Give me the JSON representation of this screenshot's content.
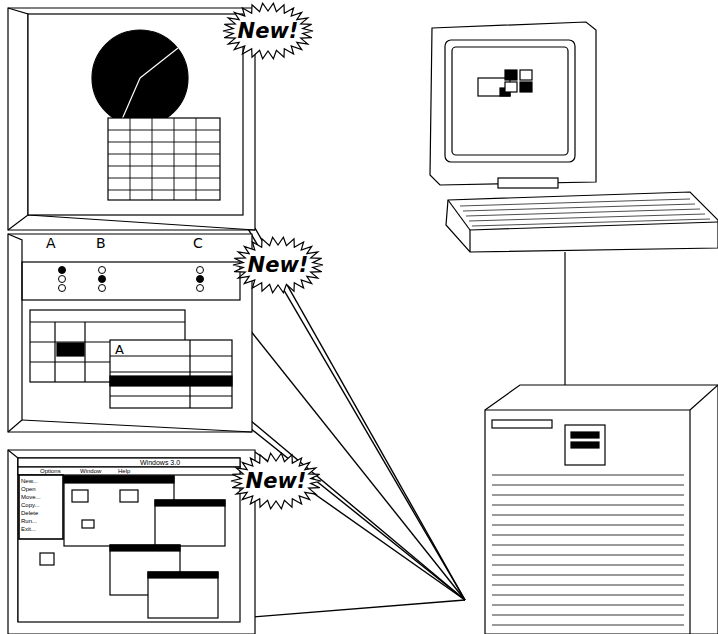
{
  "diagram": {
    "nodes": [
      {
        "text": [
          "New!"
        ]
      },
      {
        "text": [
          "New!"
        ]
      },
      {
        "text": [
          "New!"
        ]
      }
    ],
    "labels": [
      "A",
      "B",
      "C",
      "A",
      "Windows 3.0",
      "Options",
      "Window",
      "Help",
      "New...",
      "Open",
      "Move...",
      "Copy...",
      "Delete",
      "Run...",
      "Exit..."
    ]
  }
}
